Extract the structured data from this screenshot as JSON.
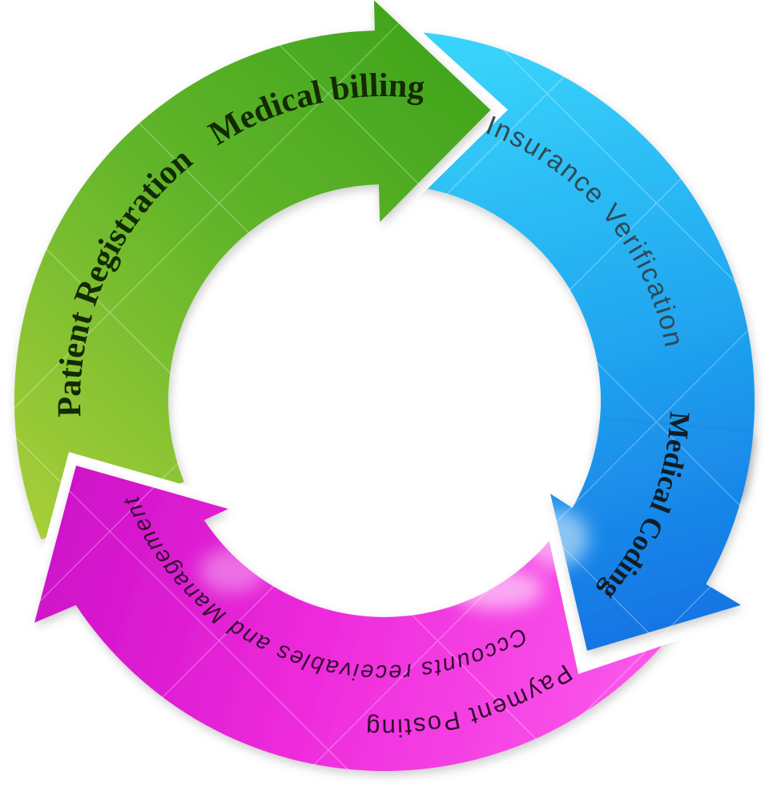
{
  "diagram": {
    "type": "cycle-arrows",
    "description": "Circular medical billing process diagram with three interlocking gradient arrows",
    "background": "#ffffff",
    "direction": "clockwise"
  },
  "arrows": {
    "green": {
      "name": "registration-billing-arrow",
      "gradient": [
        "#A6CE39",
        "#62B52A",
        "#41A51D"
      ],
      "labels": {
        "primary": {
          "text": "Patient Registration",
          "color": "#132A03"
        },
        "secondary": {
          "text": "Medical billing",
          "color": "#132A03"
        }
      }
    },
    "blue": {
      "name": "insurance-coding-arrow",
      "gradient": [
        "#38D3FA",
        "#21A7F0",
        "#1474E4"
      ],
      "labels": {
        "primary": {
          "text": "Insurance Verification",
          "color": "#2E4A57"
        },
        "secondary": {
          "text": "Medical Coding",
          "color": "#101D26"
        }
      }
    },
    "pink": {
      "name": "payment-accounts-arrow",
      "gradient": [
        "#CF11C9",
        "#EE2BDC",
        "#FC5BEC"
      ],
      "labels": {
        "primary": {
          "text": "Payment Posting",
          "color": "#330C2F"
        },
        "secondary": {
          "text": "Cccounts receivables and Management",
          "color": "#330C2F"
        }
      }
    }
  }
}
